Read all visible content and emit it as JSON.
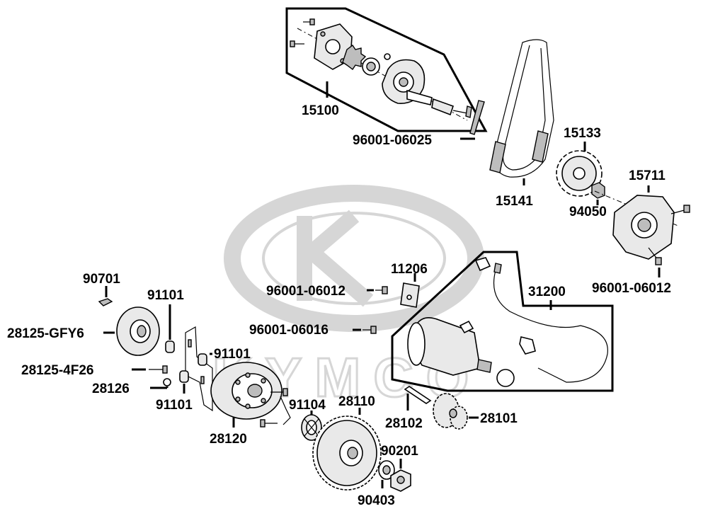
{
  "watermark": {
    "brand_text": "KYMCO"
  },
  "labels": {
    "l15100": "15100",
    "l96001_06025": "96001-06025",
    "l15133": "15133",
    "l15711": "15711",
    "l15141": "15141",
    "l94050": "94050",
    "l11206": "11206",
    "l96001_06012_mid": "96001-06012",
    "l31200": "31200",
    "l96001_06012_right": "96001-06012",
    "l96001_06016": "96001-06016",
    "l90701": "90701",
    "l91101_top": "91101",
    "l28125_GFY6": "28125-GFY6",
    "l91101_mid": "91101",
    "l28125_4F26": "28125-4F26",
    "l28126": "28126",
    "l91101_bot": "91101",
    "l28110": "28110",
    "l91104": "91104",
    "l28101": "28101",
    "l28102": "28102",
    "l28120": "28120",
    "l90201": "90201",
    "l90403": "90403"
  }
}
